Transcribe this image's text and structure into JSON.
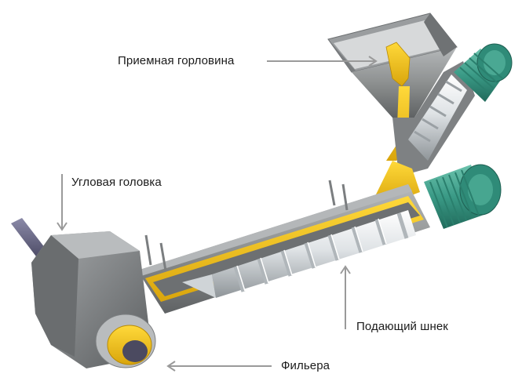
{
  "labels": {
    "feed_hopper": "Приемная горловина",
    "angle_head": "Угловая головка",
    "feed_screw": "Подающий шнек",
    "die": "Фильера"
  },
  "colors": {
    "background": "#ffffff",
    "steel_body": "#8e9191",
    "dark_steel": "#5b5e60",
    "yellow_material": "#f2c21a",
    "motor_green": "#3a9a86",
    "screw_silver": "#dfe3e6",
    "leader_gray": "#9a9a9a",
    "label_text": "#1a1a1a"
  }
}
